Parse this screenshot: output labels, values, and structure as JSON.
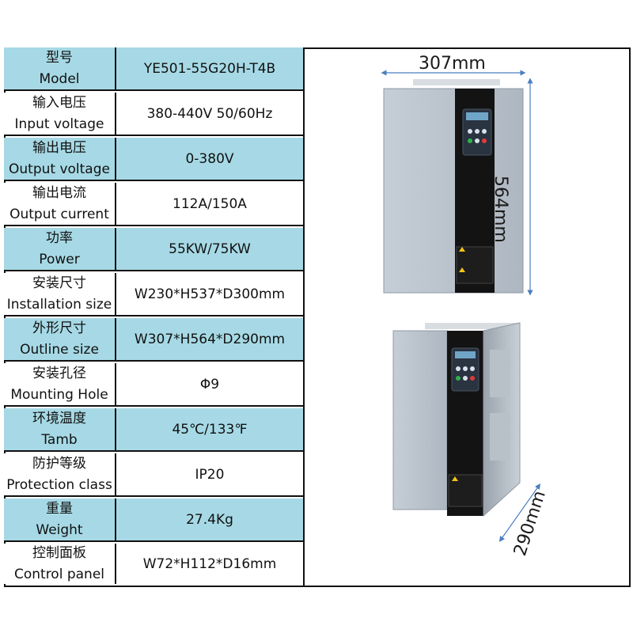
{
  "specs": [
    {
      "label_cn": "型号",
      "label_en": "Model",
      "value": "YE501-55G20H-T4B"
    },
    {
      "label_cn": "输入电压",
      "label_en": "Input voltage",
      "value": "380-440V 50/60Hz"
    },
    {
      "label_cn": "输出电压",
      "label_en": "Output voltage",
      "value": "0-380V"
    },
    {
      "label_cn": "输出电流",
      "label_en": "Output current",
      "value": "112A/150A"
    },
    {
      "label_cn": "功率",
      "label_en": "Power",
      "value": "55KW/75KW"
    },
    {
      "label_cn": "安装尺寸",
      "label_en": "Installation size",
      "value": "W230*H537*D300mm"
    },
    {
      "label_cn": "外形尺寸",
      "label_en": "Outline size",
      "value": "W307*H564*D290mm"
    },
    {
      "label_cn": "安装孔径",
      "label_en": "Mounting Hole",
      "value": "Φ9"
    },
    {
      "label_cn": "环境温度",
      "label_en": "Tamb",
      "value": "45℃/133℉"
    },
    {
      "label_cn": "防护等级",
      "label_en": "Protection class",
      "value": "IP20"
    },
    {
      "label_cn": "重量",
      "label_en": "Weight",
      "value": "27.4Kg"
    },
    {
      "label_cn": "控制面板",
      "label_en": "Control panel",
      "value": "W72*H112*D16mm"
    }
  ],
  "dimensions": {
    "width": "307mm",
    "height": "564mm",
    "depth": "290mm"
  },
  "colors": {
    "row_highlight": "#a6d9e5",
    "border": "#111111",
    "dimension_line": "#4a7fc1"
  }
}
